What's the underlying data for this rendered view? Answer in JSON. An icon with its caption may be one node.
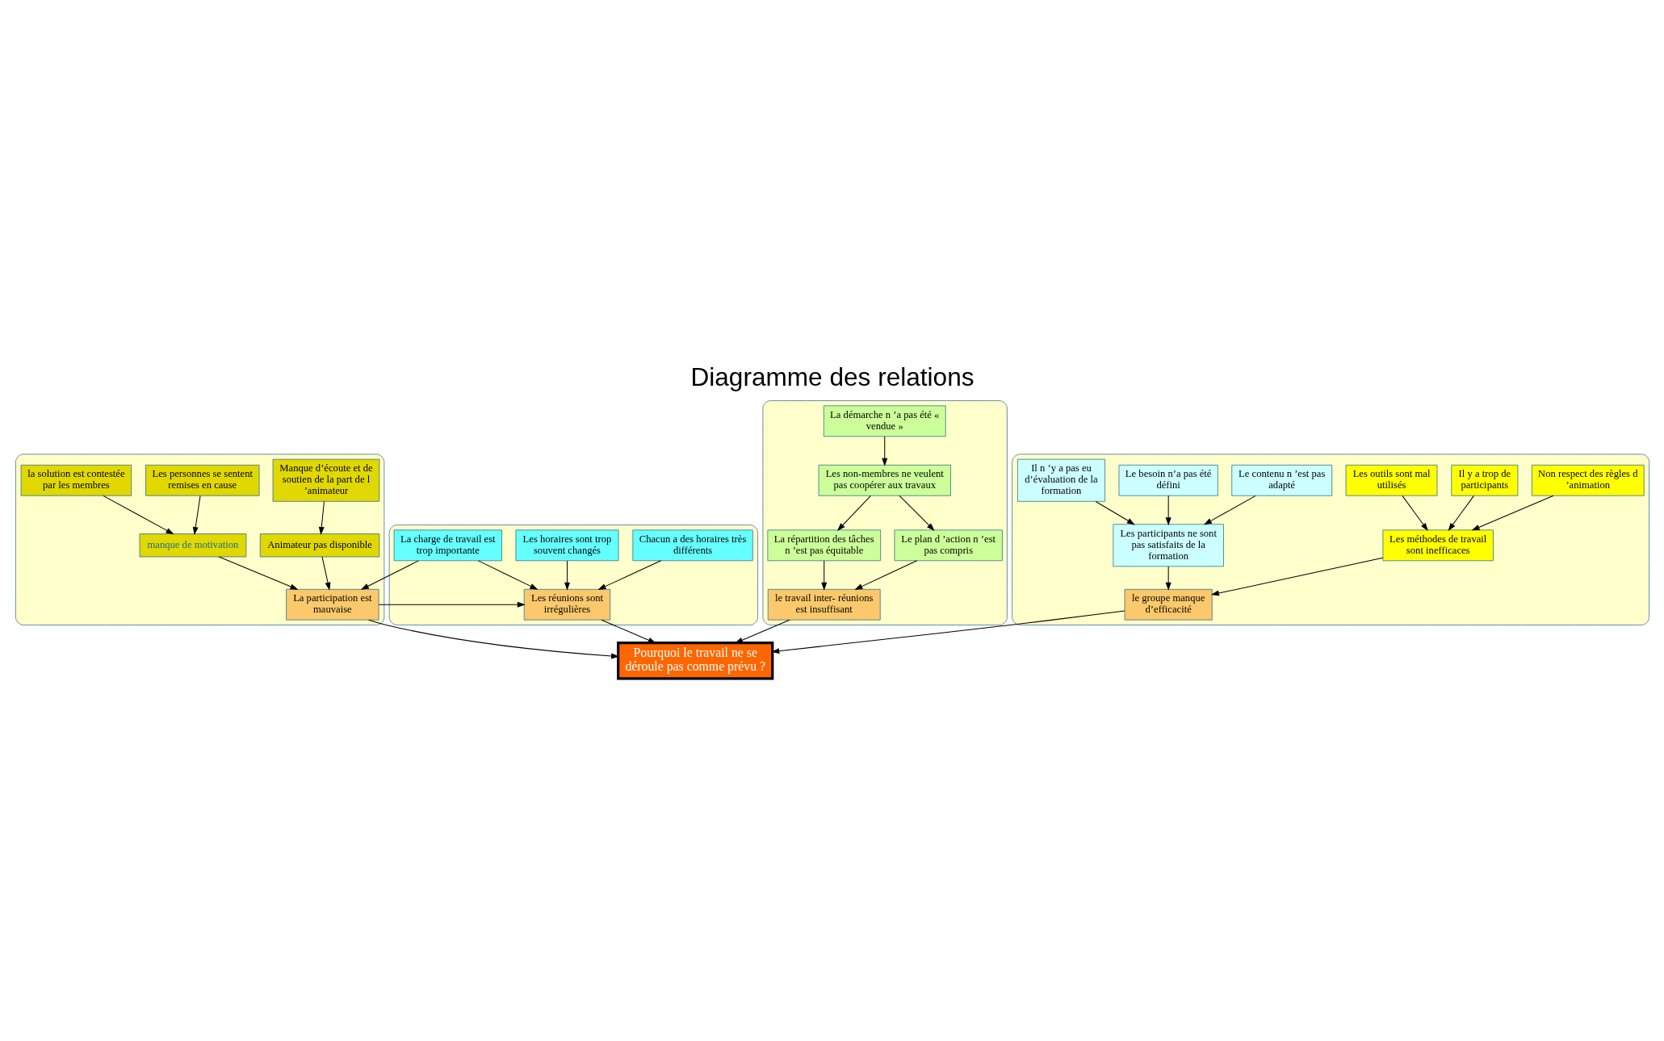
{
  "diagram": {
    "title": "Diagramme des relations",
    "nodes": [
      {
        "text": [],
        "shape": "box"
      },
      {
        "text": [
          "Manque d’écoute et de soutien de la part de l ’animateur"
        ],
        "in": 0
      },
      {
        "text": [
          "Les personnes se sentent remises en cause"
        ],
        "in": 0
      },
      {
        "text": [
          "Animateur pas disponible"
        ],
        "in": 0
      },
      {
        "text": [
          "manque de motivation"
        ],
        "in": 0
      },
      {
        "text": [
          "La participation est mauvaise"
        ],
        "in": 0
      },
      {
        "text": [
          "la solution est contestée par les membres"
        ],
        "in": 0
      },
      {
        "text": [],
        "shape": "box"
      },
      {
        "text": [
          "La charge de travail est trop importante"
        ],
        "in": 7
      },
      {
        "text": [
          "Chacun a des horaires très différents"
        ],
        "in": 7
      },
      {
        "text": [
          "Les réunions sont irrégulières"
        ],
        "in": 7
      },
      {
        "text": [
          "Les horaires sont trop souvent changés"
        ],
        "in": 7
      },
      {
        "text": [
          "Pourquoi le travail ne se déroule pas comme prévu ?"
        ]
      },
      {
        "text": [],
        "shape": "box"
      },
      {
        "text": [
          "le travail inter- réunions est insuffisant"
        ],
        "in": 13
      },
      {
        "text": [
          "La répartition des tâches n ’est pas équitable"
        ],
        "in": 13
      },
      {
        "text": [
          "Le plan d ’action n ’est pas compris"
        ],
        "in": 13
      },
      {
        "text": [
          "Les non-membres ne veulent pas coopérer aux travaux"
        ],
        "in": 13
      },
      {
        "text": [
          "La démarche n ’a pas été « vendue »"
        ],
        "in": 13
      },
      {
        "text": [],
        "shape": "box"
      },
      {
        "text": [
          "Non respect des règles d ’animation"
        ],
        "in": 19
      },
      {
        "text": [
          "le groupe manque d’efficacité"
        ],
        "in": 19
      },
      {
        "text": [
          "Les méthodes de travail sont inefficaces"
        ],
        "in": 19
      },
      {
        "text": [
          "Il y a trop de participants"
        ],
        "in": 19
      },
      {
        "text": [
          "Les participants ne sont pas satisfaits de la formation"
        ],
        "in": 19
      },
      {
        "text": [
          "Le contenu n ’est pas adapté"
        ],
        "in": 19
      },
      {
        "text": [
          "Les outils sont mal utilisés"
        ],
        "in": 19
      },
      {
        "text": [
          "Le besoin n’a pas été défini"
        ],
        "in": 19
      },
      {
        "text": [
          "Il n ’y a pas eu d’évaluation de la formation"
        ],
        "in": 19
      }
    ],
    "edges": [
      {
        "from": 1,
        "to": 3,
        "arrow": "to"
      },
      {
        "from": 2,
        "to": 4,
        "arrow": "to"
      },
      {
        "from": 3,
        "to": 5,
        "arrow": "to"
      },
      {
        "from": 4,
        "to": 5,
        "arrow": "to"
      },
      {
        "from": 6,
        "to": 4,
        "arrow": "to"
      },
      {
        "from": 8,
        "to": 5,
        "arrow": "to"
      },
      {
        "from": 5,
        "to": 10,
        "arrow": "to"
      },
      {
        "from": 5,
        "to": 12,
        "arrow": "to"
      },
      {
        "from": 10,
        "to": 12,
        "arrow": "to"
      },
      {
        "from": 8,
        "to": 10,
        "arrow": "to"
      },
      {
        "from": 9,
        "to": 10,
        "arrow": "to"
      },
      {
        "from": 11,
        "to": 10,
        "arrow": "to"
      },
      {
        "from": 14,
        "to": 12,
        "arrow": "to"
      },
      {
        "from": 15,
        "to": 14,
        "arrow": "to"
      },
      {
        "from": 16,
        "to": 14,
        "arrow": "to"
      },
      {
        "from": 17,
        "to": 15,
        "arrow": "to"
      },
      {
        "from": 17,
        "to": 16,
        "arrow": "to"
      },
      {
        "from": 18,
        "to": 17,
        "arrow": "to"
      },
      {
        "from": 21,
        "to": 12,
        "arrow": "to"
      },
      {
        "from": 22,
        "to": 21,
        "arrow": "to"
      },
      {
        "from": 20,
        "to": 22,
        "arrow": "to"
      },
      {
        "from": 23,
        "to": 22,
        "arrow": "to"
      },
      {
        "from": 26,
        "to": 22,
        "arrow": "to"
      },
      {
        "from": 24,
        "to": 21,
        "arrow": "to"
      },
      {
        "from": 27,
        "to": 24,
        "arrow": "to"
      },
      {
        "from": 28,
        "to": 24,
        "arrow": "to"
      },
      {
        "from": 25,
        "to": 24,
        "arrow": "to"
      }
    ]
  }
}
